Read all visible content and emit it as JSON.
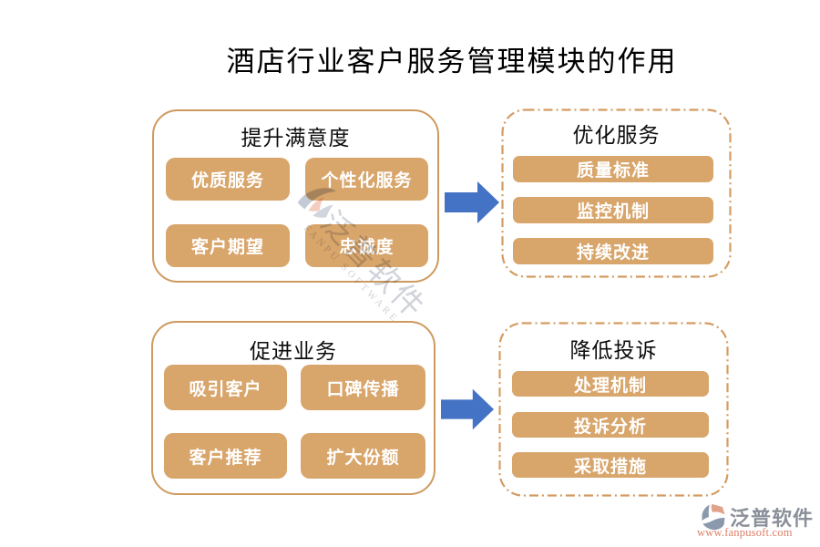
{
  "page": {
    "title": "酒店行业客户服务管理模块的作用"
  },
  "groups": {
    "satisfaction": {
      "title": "提升满意度",
      "items": [
        "优质服务",
        "个性化服务",
        "客户期望",
        "忠诚度"
      ]
    },
    "optimize": {
      "title": "优化服务",
      "items": [
        "质量标准",
        "监控机制",
        "持续改进"
      ]
    },
    "business": {
      "title": "促进业务",
      "items": [
        "吸引客户",
        "口碑传播",
        "客户推荐",
        "扩大份额"
      ]
    },
    "complaints": {
      "title": "降低投诉",
      "items": [
        "处理机制",
        "投诉分析",
        "采取措施"
      ]
    }
  },
  "watermark": {
    "text": "泛普软件",
    "subtext": "FANPU SOFTWARE"
  },
  "footer_logo": {
    "name": "泛普软件",
    "url": "www.fanpusoft.com"
  },
  "colors": {
    "chip_fill": "#D8A56B",
    "solid_border": "#CE9A5F",
    "dash_border": "#D49C62",
    "arrow_blue": "#4472C4",
    "logo_gray": "#8A8F99",
    "logo_salmon": "#DC7E66"
  }
}
